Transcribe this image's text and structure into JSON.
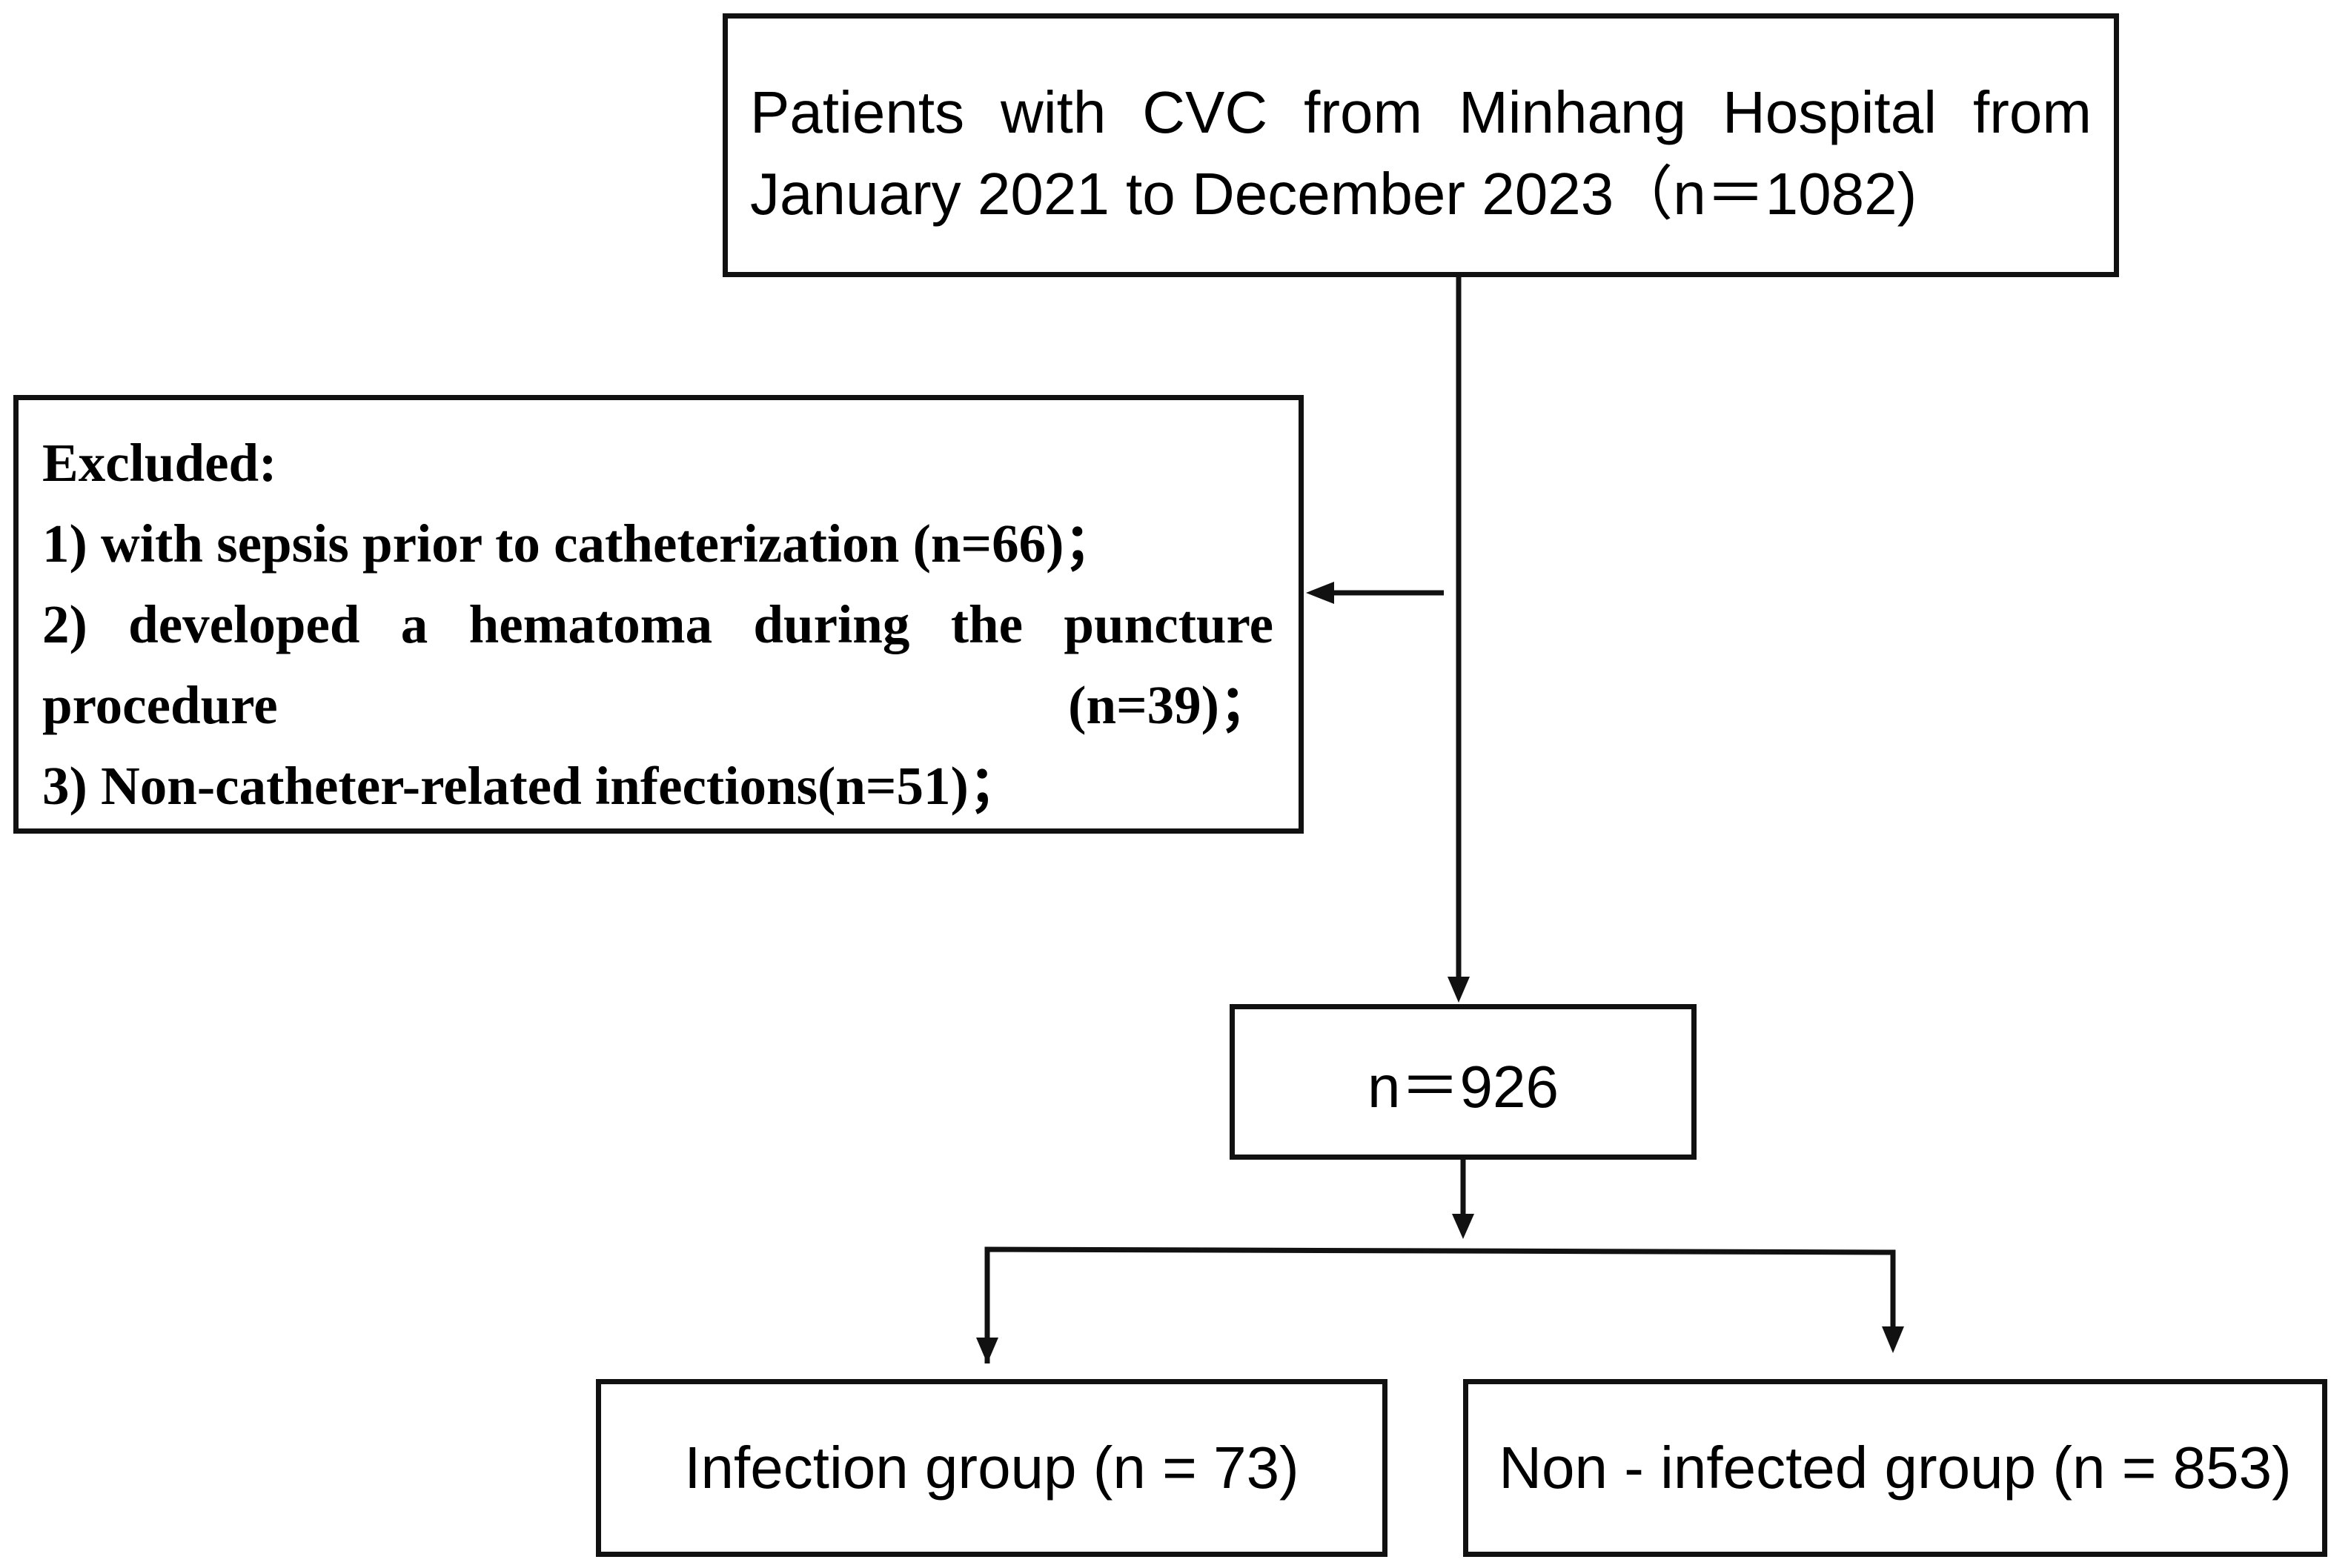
{
  "nodes": {
    "source": {
      "line1": "Patients with CVC from  Minhang Hospital from",
      "line2": "January 2021 to December 2023（n＝1082)"
    },
    "excluded": {
      "heading": "Excluded:",
      "item1": "1) with sepsis prior to catheterization (n=66)；",
      "item2": "2) developed a hematoma during the puncture procedure (n=39)；",
      "item3": "3) Non-catheter-related infections(n=51)；"
    },
    "eligible": {
      "label": "n＝926"
    },
    "infection": {
      "label": "Infection group (n = 73)"
    },
    "noninfected": {
      "label": "Non - infected group (n = 853)"
    }
  },
  "edges": [
    {
      "from": "source",
      "to": "eligible"
    },
    {
      "from": "source",
      "to": "excluded"
    },
    {
      "from": "eligible",
      "to": "infection"
    },
    {
      "from": "eligible",
      "to": "noninfected"
    }
  ],
  "colors": {
    "line": "#111111",
    "background": "#ffffff"
  }
}
